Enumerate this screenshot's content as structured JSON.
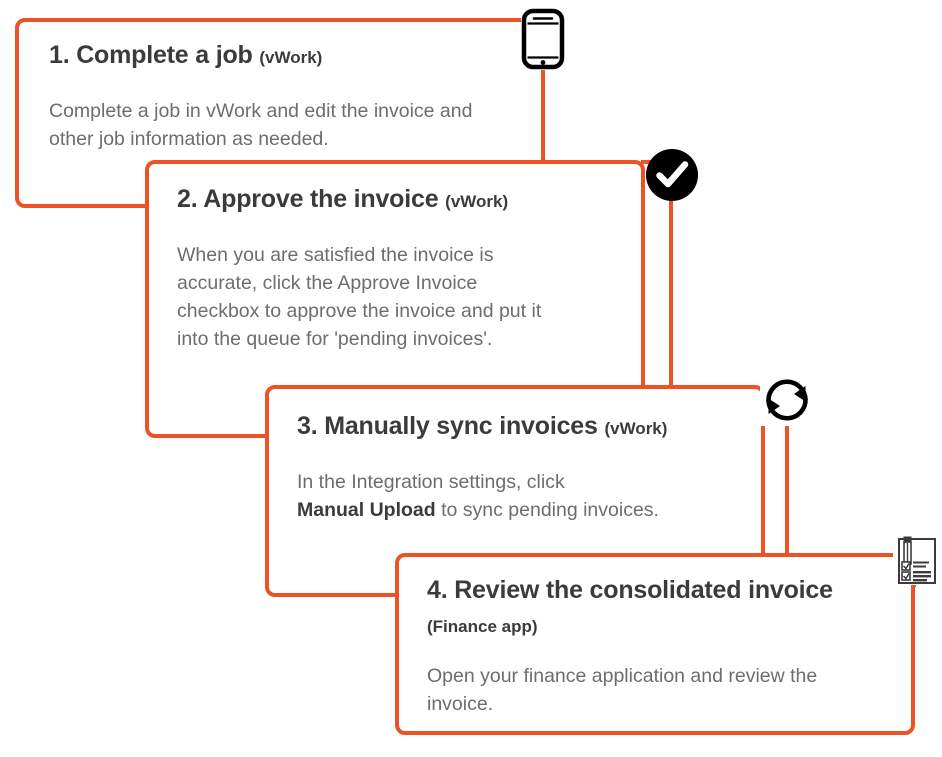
{
  "diagram": {
    "accent_color": "#ee5224",
    "title_color": "#3b3b3b",
    "body_color": "#6d6d6d",
    "steps": [
      {
        "number": "1.",
        "title": "1. Complete a job",
        "app": "(vWork)",
        "body": "Complete a job in vWork and edit the invoice and other job information as needed.",
        "icon": "mobile-phone-icon"
      },
      {
        "number": "2.",
        "title": "2. Approve the invoice",
        "app": "(vWork)",
        "body": "When you are satisfied the invoice is accurate, click the Approve Invoice checkbox to approve the invoice and put it into the queue for 'pending invoices'.",
        "icon": "checkmark-circle-icon"
      },
      {
        "number": "3.",
        "title": "3. Manually sync invoices",
        "app": "(vWork)",
        "body_before": "In the Integration settings, click ",
        "body_bold": "Manual Upload",
        "body_after": " to sync pending invoices.",
        "icon": "sync-refresh-icon"
      },
      {
        "number": "4.",
        "title": "4. Review the consolidated invoice",
        "app": "(Finance app)",
        "body": "Open your finance application and review the invoice.",
        "icon": "invoice-checklist-icon"
      }
    ]
  }
}
